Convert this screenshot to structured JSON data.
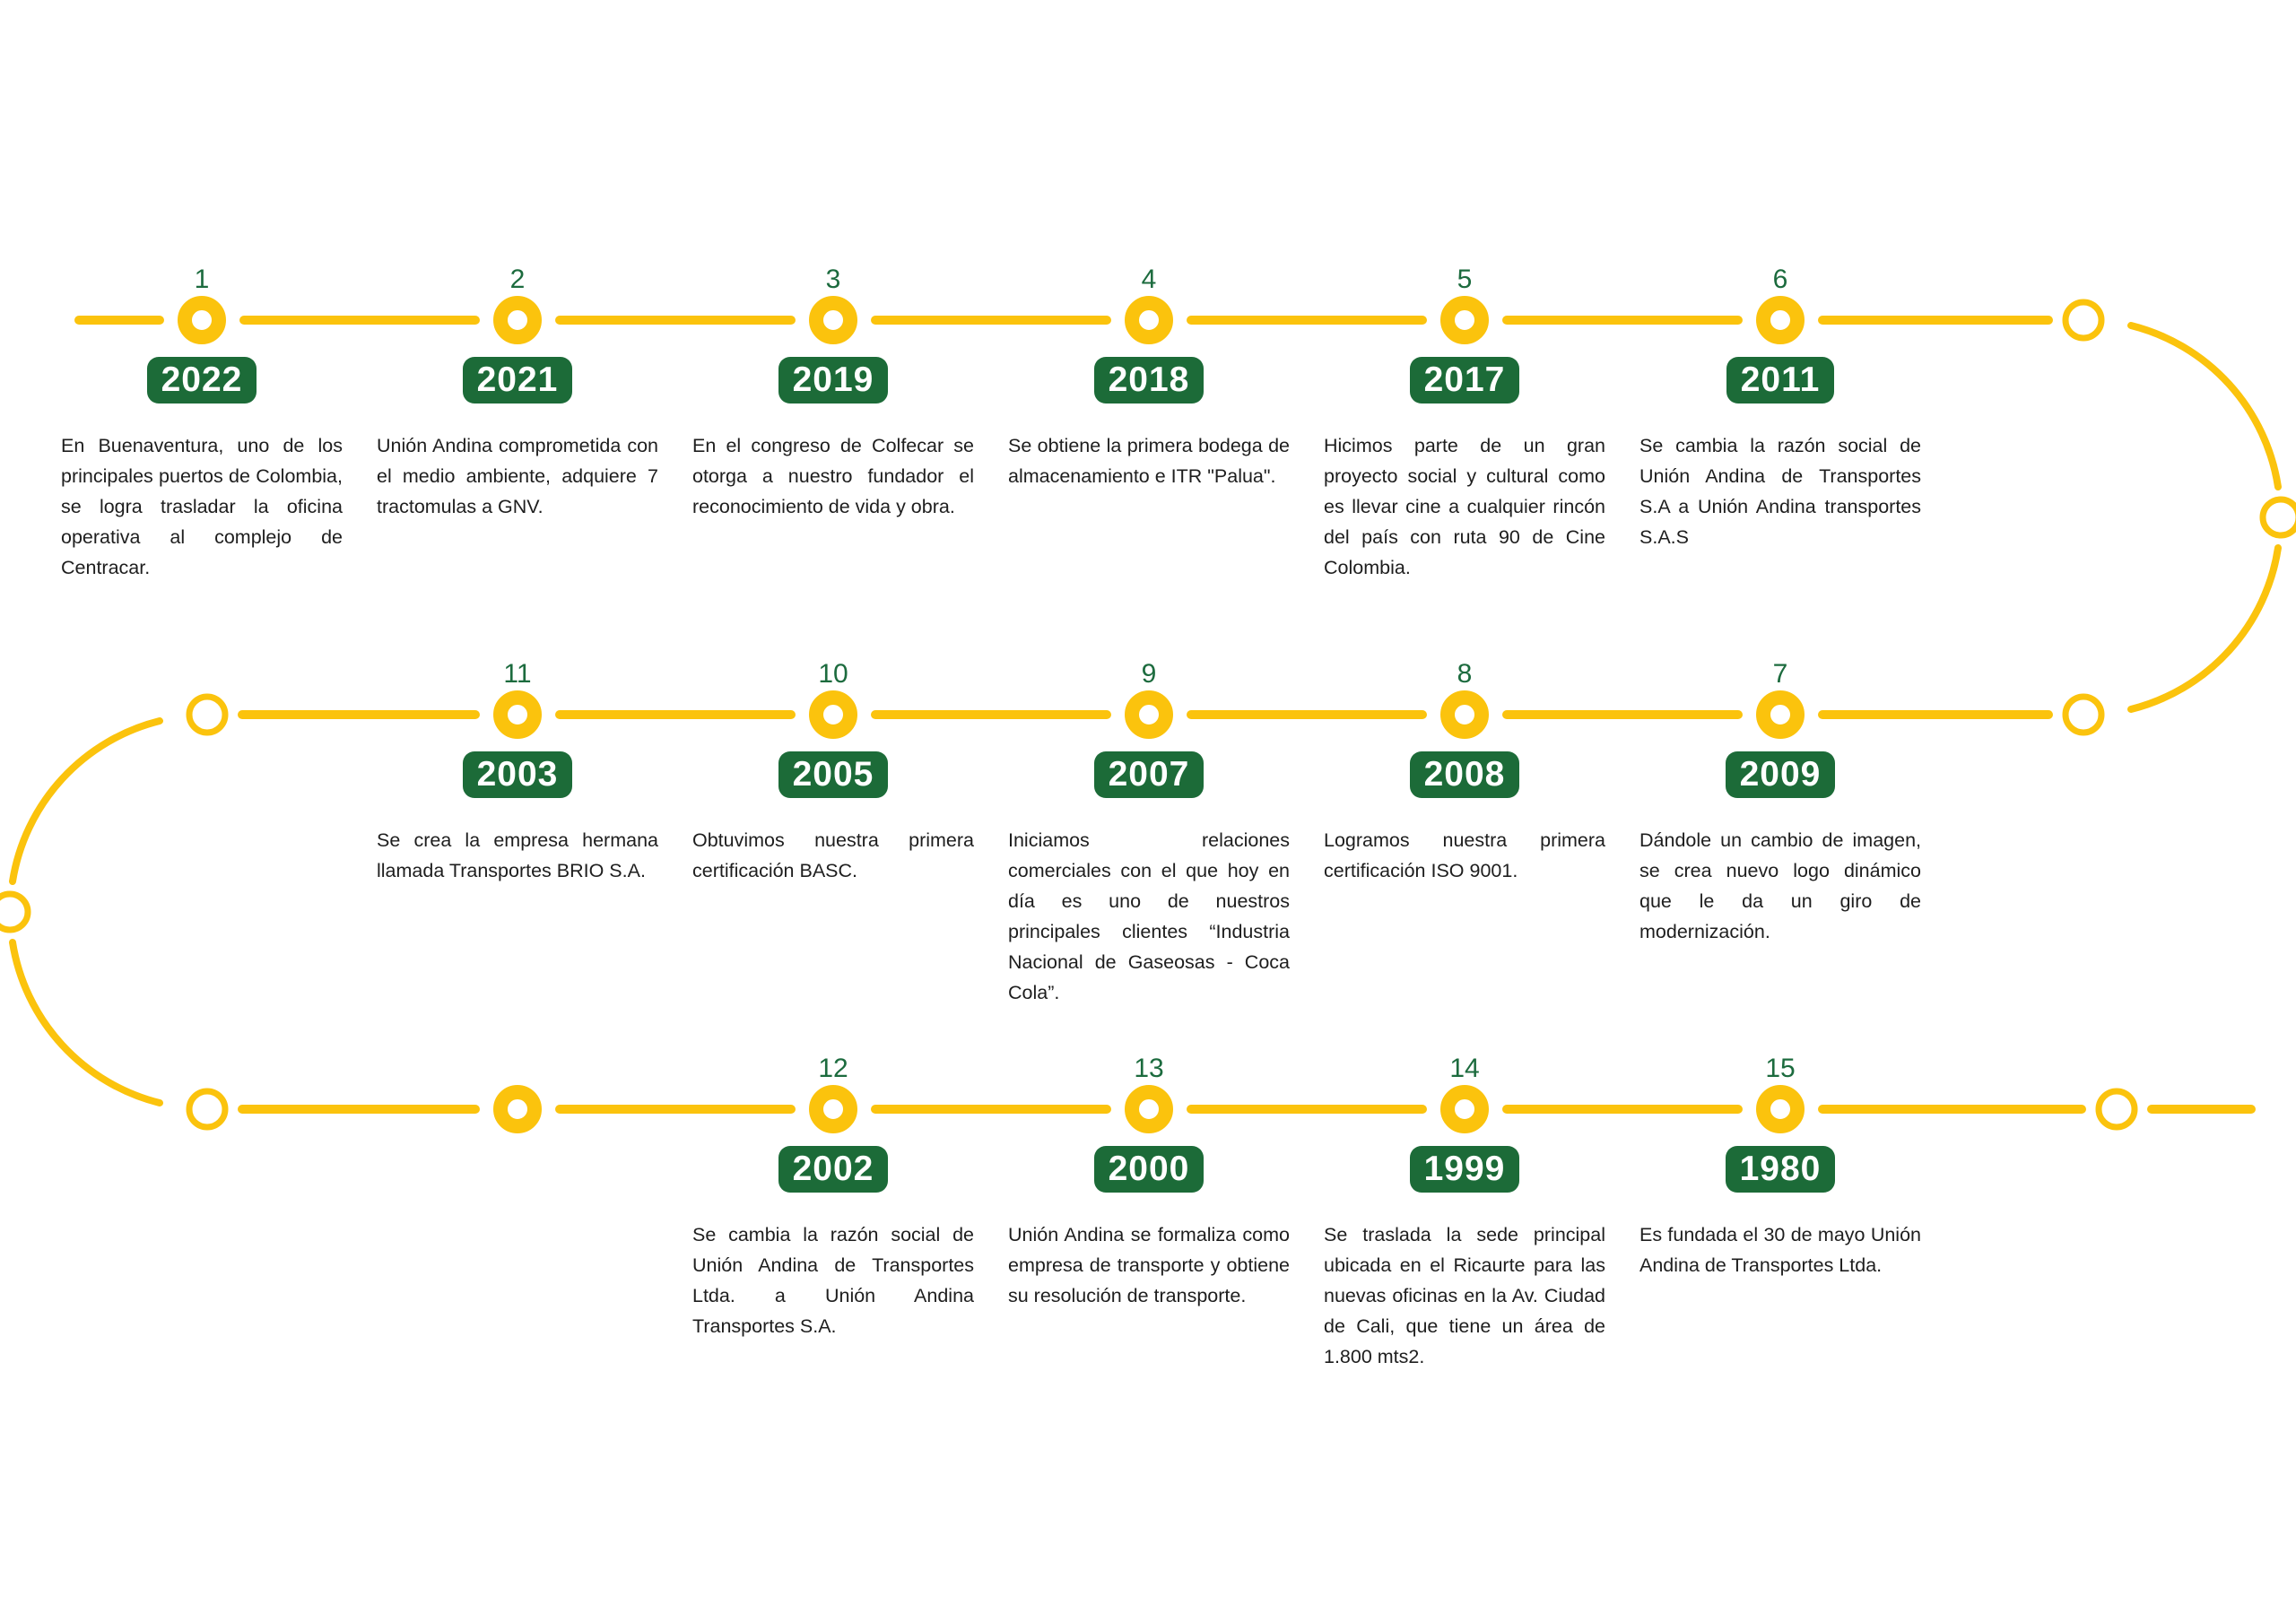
{
  "colors": {
    "yellow": "#FBC30D",
    "badge_green": "#1C6B38",
    "number_green": "#1C6B3E",
    "text": "#1E1E1E"
  },
  "milestones": [
    {
      "number": "1",
      "year": "2022",
      "description": "En Buenaventura, uno de los principales puertos de Colombia, se logra trasladar la oficina operativa al complejo de Centracar."
    },
    {
      "number": "2",
      "year": "2021",
      "description": "Unión Andina comprometida con el medio ambiente, adquiere 7 tractomulas a GNV."
    },
    {
      "number": "3",
      "year": "2019",
      "description": "En el congreso de Colfecar se otorga a nuestro fundador el reconocimiento de vida y obra."
    },
    {
      "number": "4",
      "year": "2018",
      "description": "Se obtiene la primera bodega de almacenamiento e ITR \"Palua\"."
    },
    {
      "number": "5",
      "year": "2017",
      "description": "Hicimos parte de un gran proyecto social y cultural como es llevar cine a cualquier rincón del país con ruta 90 de Cine Colombia."
    },
    {
      "number": "6",
      "year": "2011",
      "description": "Se cambia la razón social de Unión Andina de Transportes S.A a Unión Andina transportes S.A.S"
    },
    {
      "number": "7",
      "year": "2009",
      "description": "Dándole un cambio de imagen, se crea nuevo logo dinámico que le da un giro de modernización."
    },
    {
      "number": "8",
      "year": "2008",
      "description": "Logramos nuestra primera certificación ISO 9001."
    },
    {
      "number": "9",
      "year": "2007",
      "description": "Iniciamos relaciones comerciales con el que hoy en día es uno de nuestros principales clientes “Industria Nacional de Gaseosas - Coca Cola”."
    },
    {
      "number": "10",
      "year": "2005",
      "description": "Obtuvimos nuestra primera certificación BASC."
    },
    {
      "number": "11",
      "year": "2003",
      "description": "Se crea la empresa hermana llamada Transportes BRIO S.A."
    },
    {
      "number": "12",
      "year": "2002",
      "description": "Se cambia la razón social de Unión Andina de Transportes Ltda. a Unión Andina Transportes S.A."
    },
    {
      "number": "13",
      "year": "2000",
      "description": "Unión Andina se formaliza como empresa de transporte y obtiene su resolución de transporte."
    },
    {
      "number": "14",
      "year": "1999",
      "description": "Se traslada la sede principal ubicada en el Ricaurte para las nuevas oficinas en la Av. Ciudad de Cali, que tiene un área de 1.800 mts2."
    },
    {
      "number": "15",
      "year": "1980",
      "description": "Es fundada el 30 de mayo Unión Andina de Transportes Ltda."
    }
  ]
}
